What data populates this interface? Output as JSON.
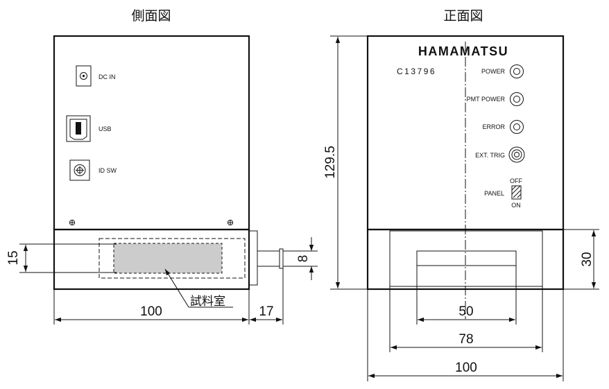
{
  "side_view": {
    "title": "側面図",
    "connectors": {
      "dc_in": "DC IN",
      "usb": "USB",
      "id_sw": "ID SW"
    },
    "sample_chamber_label": "試料室",
    "dims": {
      "width": "100",
      "protrusion": "17",
      "chamber_height": "15",
      "port_height": "8"
    }
  },
  "front_view": {
    "title": "正面図",
    "brand": "HAMAMATSU",
    "model": "C13796",
    "indicators": {
      "power": "POWER",
      "pmt_power": "PMT POWER",
      "error": "ERROR",
      "ext_trig": "EXT. TRIG"
    },
    "panel": {
      "label": "PANEL",
      "off": "OFF",
      "on": "ON"
    },
    "dims": {
      "total_height": "129.5",
      "base_height": "30",
      "window_width": "50",
      "tray_width": "78",
      "width": "100"
    }
  }
}
